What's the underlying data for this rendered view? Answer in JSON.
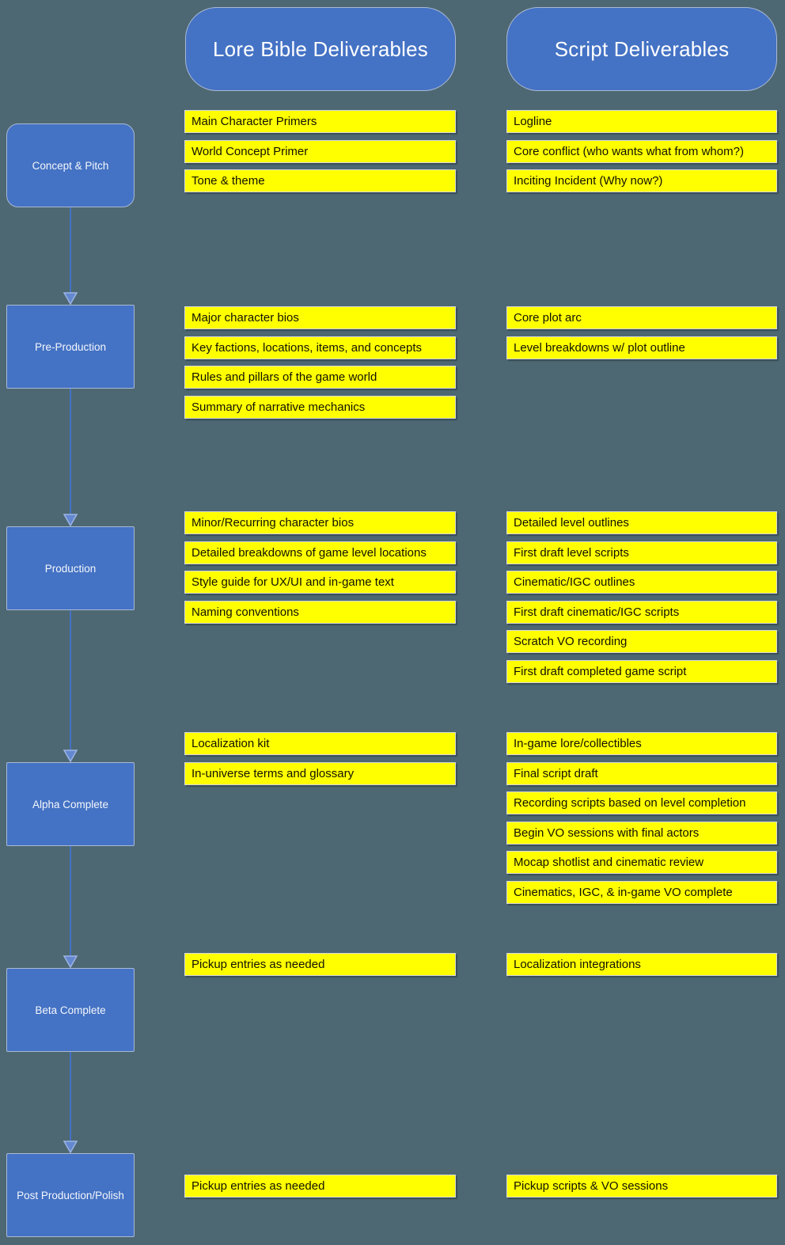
{
  "colors": {
    "background": "#4d6872",
    "box_blue": "#4472c4",
    "box_border": "#aab9d6",
    "row_yellow": "#ffff00",
    "arrow_blue": "#4472c4",
    "arrowhead_fill": "#6388cf",
    "header_text": "#ffffff",
    "row_text": "#121200"
  },
  "column_headers": [
    {
      "label": "Lore Bible Deliverables"
    },
    {
      "label": "Script Deliverables"
    }
  ],
  "phases": [
    {
      "label": "Concept & Pitch",
      "lore": [
        "Main Character Primers",
        "World Concept Primer",
        "Tone & theme"
      ],
      "script": [
        "Logline",
        "Core conflict (who wants what from whom?)",
        "Inciting Incident (Why now?)"
      ]
    },
    {
      "label": "Pre-Production",
      "lore": [
        "Major character bios",
        "Key factions, locations, items, and concepts",
        "Rules and pillars of the game world",
        "Summary of narrative mechanics"
      ],
      "script": [
        "Core plot arc",
        "Level breakdowns w/ plot outline"
      ]
    },
    {
      "label": "Production",
      "lore": [
        "Minor/Recurring character bios",
        "Detailed breakdowns of game level locations",
        "Style guide for UX/UI and in-game text",
        "Naming conventions"
      ],
      "script": [
        "Detailed level outlines",
        "First draft level scripts",
        "Cinematic/IGC outlines",
        "First draft cinematic/IGC scripts",
        "Scratch VO recording",
        "First draft completed game script"
      ]
    },
    {
      "label": "Alpha Complete",
      "lore": [
        "Localization kit",
        "In-universe terms and glossary"
      ],
      "script": [
        "In-game lore/collectibles",
        "Final script draft",
        "Recording scripts based on level completion",
        "Begin VO sessions with final actors",
        "Mocap shotlist and cinematic review",
        "Cinematics, IGC, & in-game VO complete"
      ]
    },
    {
      "label": "Beta Complete",
      "lore": [
        "Pickup entries as needed"
      ],
      "script": [
        "Localization integrations"
      ]
    },
    {
      "label": "Post Production/Polish",
      "lore": [
        "Pickup entries as needed"
      ],
      "script": [
        "Pickup scripts & VO sessions"
      ]
    }
  ]
}
